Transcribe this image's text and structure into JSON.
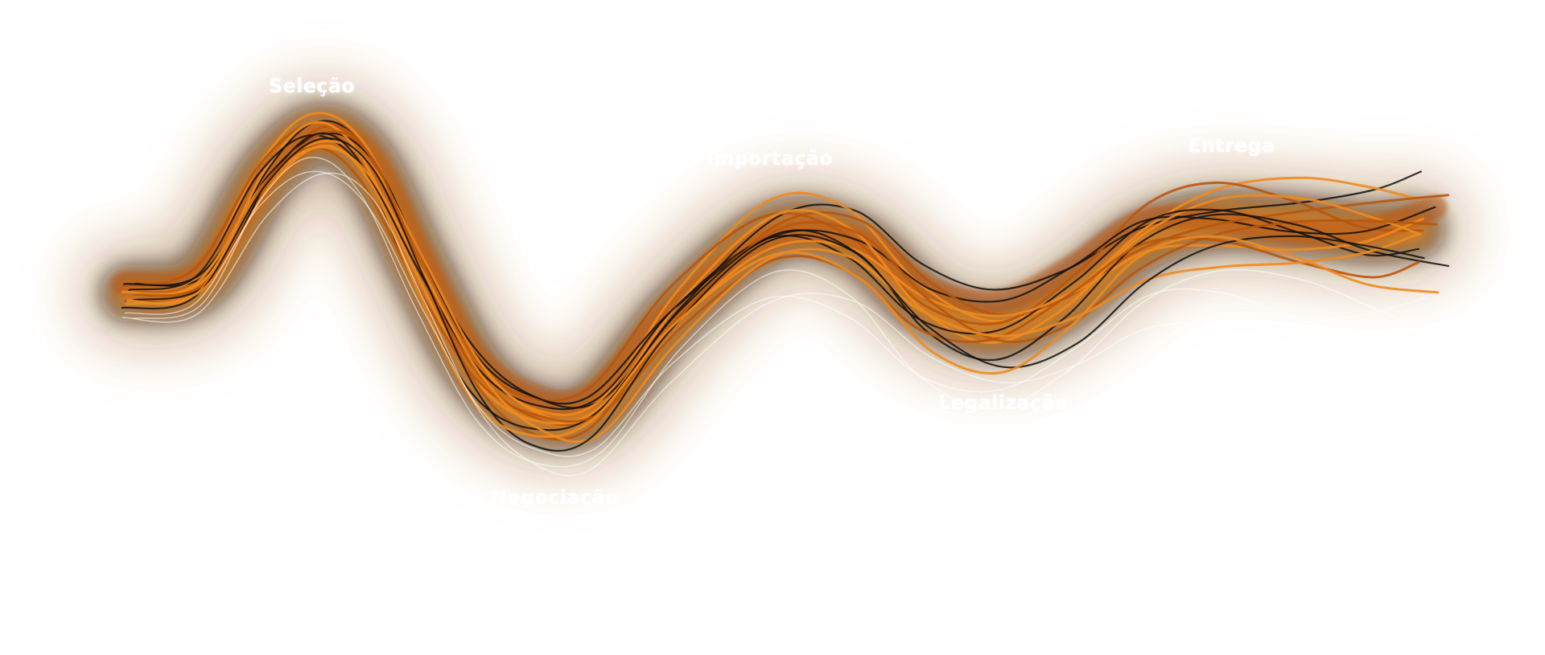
{
  "diagram": {
    "stages": [
      {
        "id": "selecao",
        "label": "Seleção"
      },
      {
        "id": "negociacao",
        "label": "Negociação"
      },
      {
        "id": "importacao",
        "label": "Importação"
      },
      {
        "id": "legalizacao",
        "label": "Legalização"
      },
      {
        "id": "entrega",
        "label": "Entrega"
      }
    ],
    "colors": {
      "background": "#ffffff",
      "accent": "#f08a1e",
      "accent_dark": "#b8560c",
      "strand_dark": "#111111",
      "label": "#ffffff"
    }
  }
}
